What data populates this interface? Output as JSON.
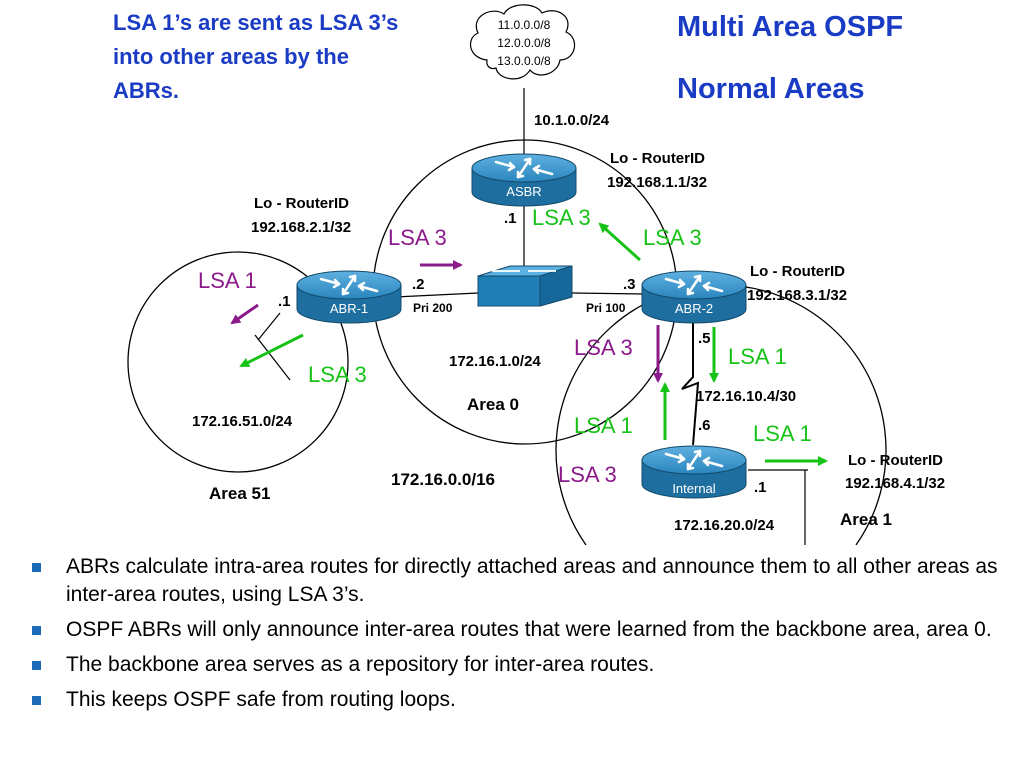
{
  "colors": {
    "blue_text": "#1a3bc4",
    "purple": "#8b1a8b",
    "green": "#17c317",
    "router": "#1e7fb3",
    "bullet": "#1c6bb8"
  },
  "title": {
    "line1": "Multi Area OSPF",
    "line2": "Normal Areas"
  },
  "headline": {
    "line1": "LSA 1’s are sent as LSA 3’s",
    "line2": "into other areas by the",
    "line3": "ABRs."
  },
  "cloud": {
    "routes": [
      "11.0.0.0/8",
      "12.0.0.0/8",
      "13.0.0.0/8"
    ],
    "icon": "cloud-icon"
  },
  "networks": {
    "external_link": "10.1.0.0/24",
    "backbone": "172.16.1.0/24",
    "area51": "172.16.51.0/24",
    "serial": "172.16.10.4/30",
    "area1_lan": "172.16.20.0/24",
    "summary": "172.16.0.0/16"
  },
  "routers": {
    "asbr": {
      "name": "ASBR",
      "icon": "router-icon",
      "lo_label": "Lo - RouterID",
      "lo_ip": "192.168.1.1/32",
      "if_host": ".1"
    },
    "abr1": {
      "name": "ABR-1",
      "icon": "router-icon",
      "lo_label": "Lo - RouterID",
      "lo_ip": "192.168.2.1/32",
      "if_area51": ".1",
      "if_area0": ".2",
      "priority": "Pri 200"
    },
    "abr2": {
      "name": "ABR-2",
      "icon": "router-icon",
      "lo_label": "Lo - RouterID",
      "lo_ip": "192.168.3.1/32",
      "if_area0": ".3",
      "if_serial": ".5",
      "priority": "Pri 100"
    },
    "internal": {
      "name": "Internal",
      "icon": "router-icon",
      "lo_label": "Lo - RouterID",
      "lo_ip": "192.168.4.1/32",
      "if_serial": ".6",
      "if_lan": ".1"
    }
  },
  "switch": {
    "icon": "switch-icon"
  },
  "areas": {
    "area0": "Area 0",
    "area51": "Area 51",
    "area1": "Area 1"
  },
  "lsa_labels": {
    "area0_to_abr2_lsa3": "LSA 3",
    "abr1_in_lsa3": "LSA 3",
    "abr1_lsa1": "LSA 1",
    "area51_lsa3": "LSA 3",
    "abr2_up_lsa3": "LSA 3",
    "abr2_down_lsa3": "LSA 3",
    "abr2_lsa1": "LSA 1",
    "internal_up_lsa1": "LSA 1",
    "internal_right_lsa1": "LSA 1",
    "internal_lsa3": "LSA 3"
  },
  "bullets": [
    "ABRs calculate intra-area routes for directly attached areas and announce them to all other areas as inter-area routes, using LSA 3’s.",
    "OSPF ABRs will only announce inter-area routes that were learned from the backbone area, area 0.",
    "The backbone area serves as a repository for inter-area routes.",
    "This keeps OSPF safe from routing loops."
  ]
}
